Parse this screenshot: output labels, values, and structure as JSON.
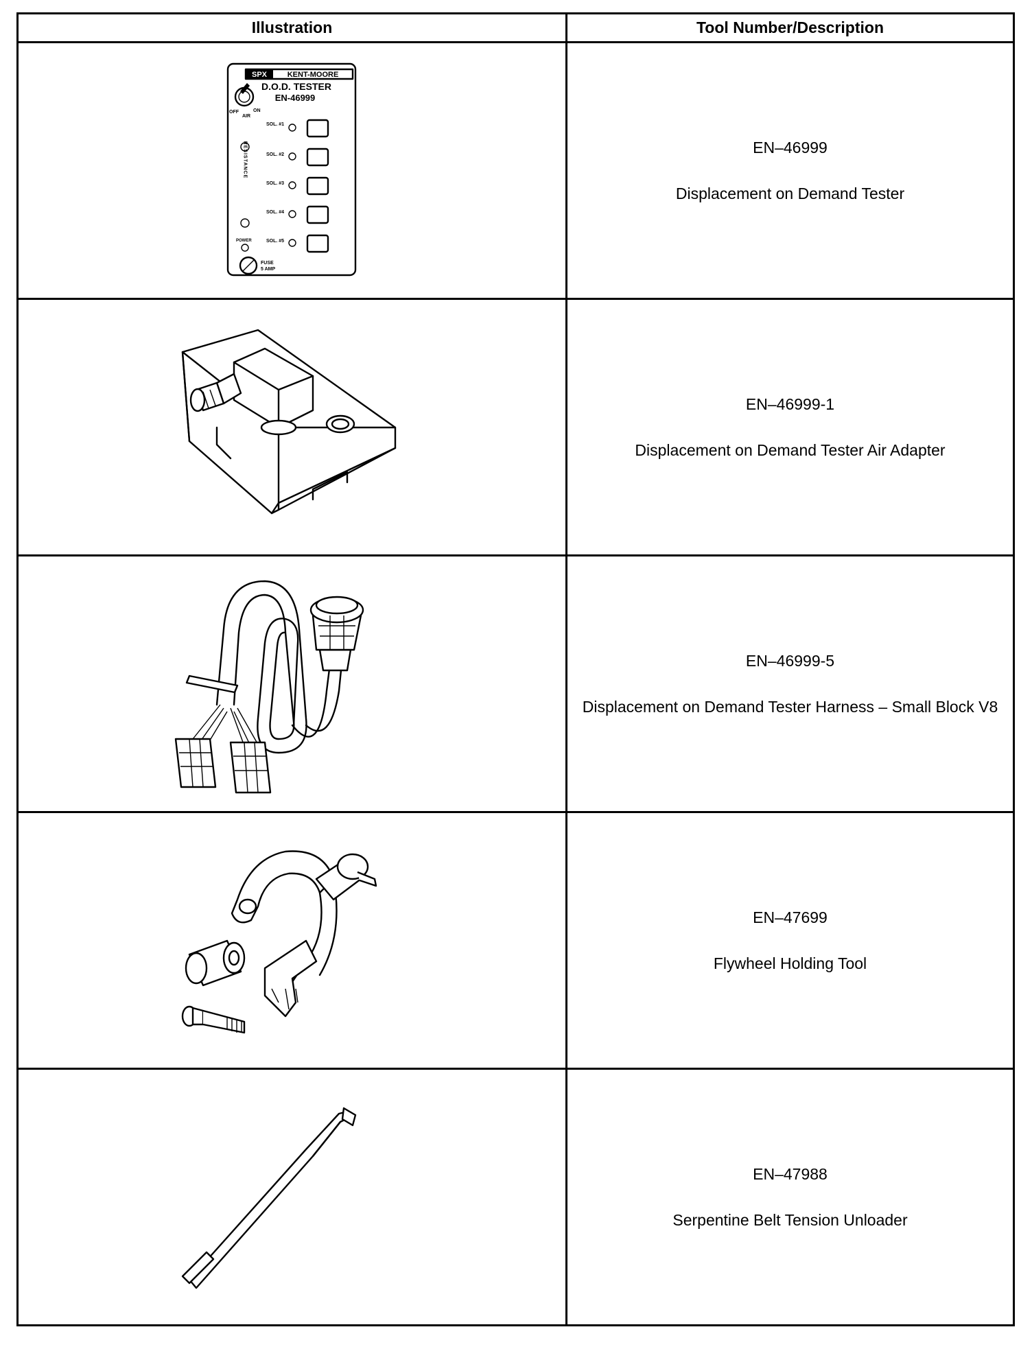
{
  "headers": {
    "illustration": "Illustration",
    "tool_description": "Tool Number/Description"
  },
  "tools": [
    {
      "number": "EN–46999",
      "description": "Displacement on Demand Tester",
      "illustration_icon": "dod-tester-icon",
      "panel": {
        "brand_left": "SPX",
        "brand_right": "KENT-MOORE",
        "title": "D.O.D. TESTER",
        "model": "EN-46999",
        "switch_off": "OFF",
        "switch_on": "ON",
        "switch_label": "AIR",
        "solenoids": [
          "SOL. #1",
          "SOL. #2",
          "SOL. #3",
          "SOL. #4",
          "SOL. #5"
        ],
        "resistance": "RESISTANCE",
        "power": "POWER",
        "fuse": "FUSE",
        "amp": "5 AMP"
      }
    },
    {
      "number": "EN–46999-1",
      "description": "Displacement on Demand Tester Air Adapter",
      "illustration_icon": "air-adapter-icon"
    },
    {
      "number": "EN–46999-5",
      "description": "Displacement on Demand Tester Harness – Small Block V8",
      "illustration_icon": "harness-icon"
    },
    {
      "number": "EN–47699",
      "description": "Flywheel Holding Tool",
      "illustration_icon": "flywheel-holding-tool-icon"
    },
    {
      "number": "EN–47988",
      "description": "Serpentine Belt Tension Unloader",
      "illustration_icon": "tension-unloader-icon"
    }
  ]
}
